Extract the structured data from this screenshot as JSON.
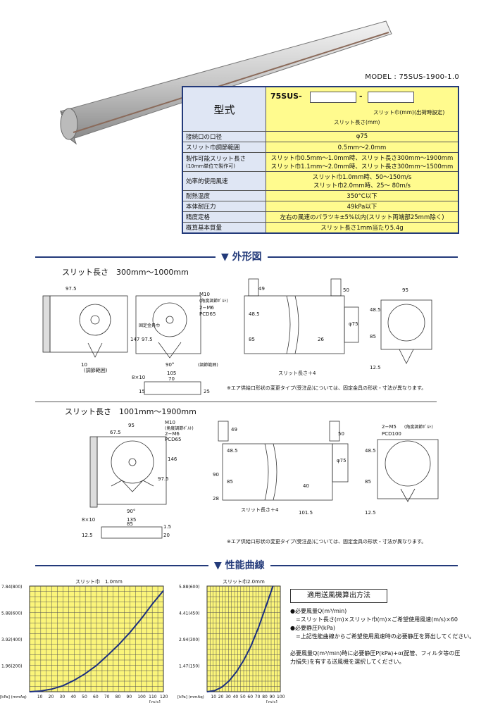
{
  "model": "MODEL : 75SUS-1900-1.0",
  "spec": {
    "title": "型式",
    "model_prefix": "75SUS-",
    "dash": "-",
    "note_slit_width": "スリット巾(mm)(出荷時設定)",
    "note_slit_length": "スリット長さ(mm)",
    "rows": [
      {
        "label": "接続口の口径",
        "value": "φ75"
      },
      {
        "label": "スリット巾調節範囲",
        "value": "0.5mm〜2.0mm"
      },
      {
        "label": "製作可能スリット長さ",
        "label_sub": "(10mm単位で製作可)",
        "value": "スリット巾0.5mm〜1.0mm時、スリット長さ300mm〜1900mm",
        "value2": "スリット巾1.1mm〜2.0mm時、スリット長さ300mm〜1500mm"
      },
      {
        "label": "効率的使用風速",
        "value": "スリット巾1.0mm時、50〜150m/s",
        "value2": "スリット巾2.0mm時、25〜 80m/s"
      },
      {
        "label": "耐熱温度",
        "value": "350°C以下"
      },
      {
        "label": "本体耐圧力",
        "value": "49kPa以下"
      },
      {
        "label": "精度定格",
        "value": "左右の風速のバラツキ±5%以内(スリット両端部25mm除く)"
      },
      {
        "label": "概算基本質量",
        "value": "スリット長さ1mm当たり5.4g"
      }
    ]
  },
  "outline": {
    "title": "外形図",
    "range1": "スリット長さ　300mm〜1000mm",
    "range2": "スリット長さ　1001mm〜1900mm",
    "note": "※エア供給口形状の変更タイプ(受注品)については、固定金具の形状・寸法が異なります。",
    "dims1": {
      "d975": "97.5",
      "m10": "M10",
      "kakudo": "(角度調節ﾎﾞﾙﾄ)",
      "m6": "2−M6",
      "pcd": "PCD65",
      "d147": "147",
      "d975b": "97.5",
      "chosei": "(調節範囲)",
      "ang": "90°",
      "d105": "105",
      "d810": "8×10",
      "d70": "70",
      "d15": "15",
      "d25": "25",
      "d10": "10",
      "d49": "49",
      "d50": "50",
      "d485": "48.5",
      "d85": "85",
      "d26": "26",
      "d75": "φ75",
      "slit4": "スリット長さ＋4",
      "d95": "95",
      "d485b": "48.5",
      "d85b": "85",
      "d125": "12.5",
      "kotei": "固定金具巾"
    },
    "dims2": {
      "d95": "95",
      "d675": "67.5",
      "m10": "M10",
      "kakudo": "(角度調節ﾎﾞﾙﾄ)",
      "m6": "2−M6",
      "pcd": "PCD65",
      "d146": "146",
      "d975": "97.5",
      "ang": "90°",
      "d135": "135",
      "d85": "85",
      "d810": "8×10",
      "d15": "1.5",
      "d20": "20",
      "d125": "12.5",
      "d49": "49",
      "d50": "50",
      "d485": "48.5",
      "d90": "90",
      "d85b": "85",
      "d28": "28",
      "d40": "40",
      "d75": "φ75",
      "slit4": "スリット長さ＋4",
      "d1015": "101.5",
      "m6b": "2−M5",
      "pcd100": "PCD100",
      "d485b": "48.5",
      "d85c": "85",
      "d125b": "12.5",
      "kakudo2": "(角度調節ﾎﾞﾙﾄ)"
    }
  },
  "performance": {
    "title": "性能曲線",
    "chart1_title": "スリット巾　1.0mm",
    "chart2_title": "スリット巾2.0mm",
    "unit_y": "[kPa] (mmAq)",
    "unit_x": "[m/s]",
    "calc_title": "適用送風機算出方法",
    "calc_lines": [
      "●必要風量Q(m³/min)",
      "　=スリット長さ(m)×スリット巾(m)×ご希望使用風速(m/s)×60",
      "●必要静圧P(kPa)",
      "　=上記性能曲線からご希望使用風速時の必要静圧を算出してください。",
      "必要風量Q(m³/min)時に必要静圧P(kPa)+α(配管、フィルタ等の圧",
      "力損失)を有する送風機を選択してください。"
    ]
  },
  "chart_data": [
    {
      "type": "line",
      "title": "スリット巾　1.0mm",
      "xlabel": "[m/s]",
      "ylabel": "[kPa] (mmAq)",
      "x_ticks": [
        "10",
        "20",
        "30",
        "40",
        "50",
        "60",
        "70",
        "80",
        "90",
        "100",
        "110",
        "120"
      ],
      "y_ticks": [
        "1.96(200)",
        "3.92(400)",
        "5.88(600)",
        "7.84(800)"
      ],
      "xlim": [
        0,
        120
      ],
      "ylim": [
        0,
        7.84
      ],
      "series": [
        {
          "x": [
            0,
            10,
            20,
            30,
            40,
            50,
            60,
            70,
            80,
            90,
            100,
            110,
            120
          ],
          "y": [
            0,
            0.05,
            0.2,
            0.45,
            0.85,
            1.35,
            1.95,
            2.7,
            3.5,
            4.4,
            5.4,
            6.5,
            7.5
          ]
        }
      ]
    },
    {
      "type": "line",
      "title": "スリット巾2.0mm",
      "xlabel": "[m/s]",
      "ylabel": "[kPa] (mmAq)",
      "x_ticks": [
        "10",
        "20",
        "30",
        "40",
        "50",
        "60",
        "70",
        "80",
        "90",
        "100"
      ],
      "y_ticks": [
        "1.47(150)",
        "2.94(300)",
        "4.41(450)",
        "5.88(600)"
      ],
      "xlim": [
        0,
        100
      ],
      "ylim": [
        0,
        5.88
      ],
      "series": [
        {
          "x": [
            0,
            10,
            20,
            30,
            40,
            50,
            60,
            70,
            80,
            90
          ],
          "y": [
            0,
            0.06,
            0.25,
            0.6,
            1.1,
            1.75,
            2.55,
            3.55,
            4.7,
            5.88
          ]
        }
      ]
    }
  ]
}
